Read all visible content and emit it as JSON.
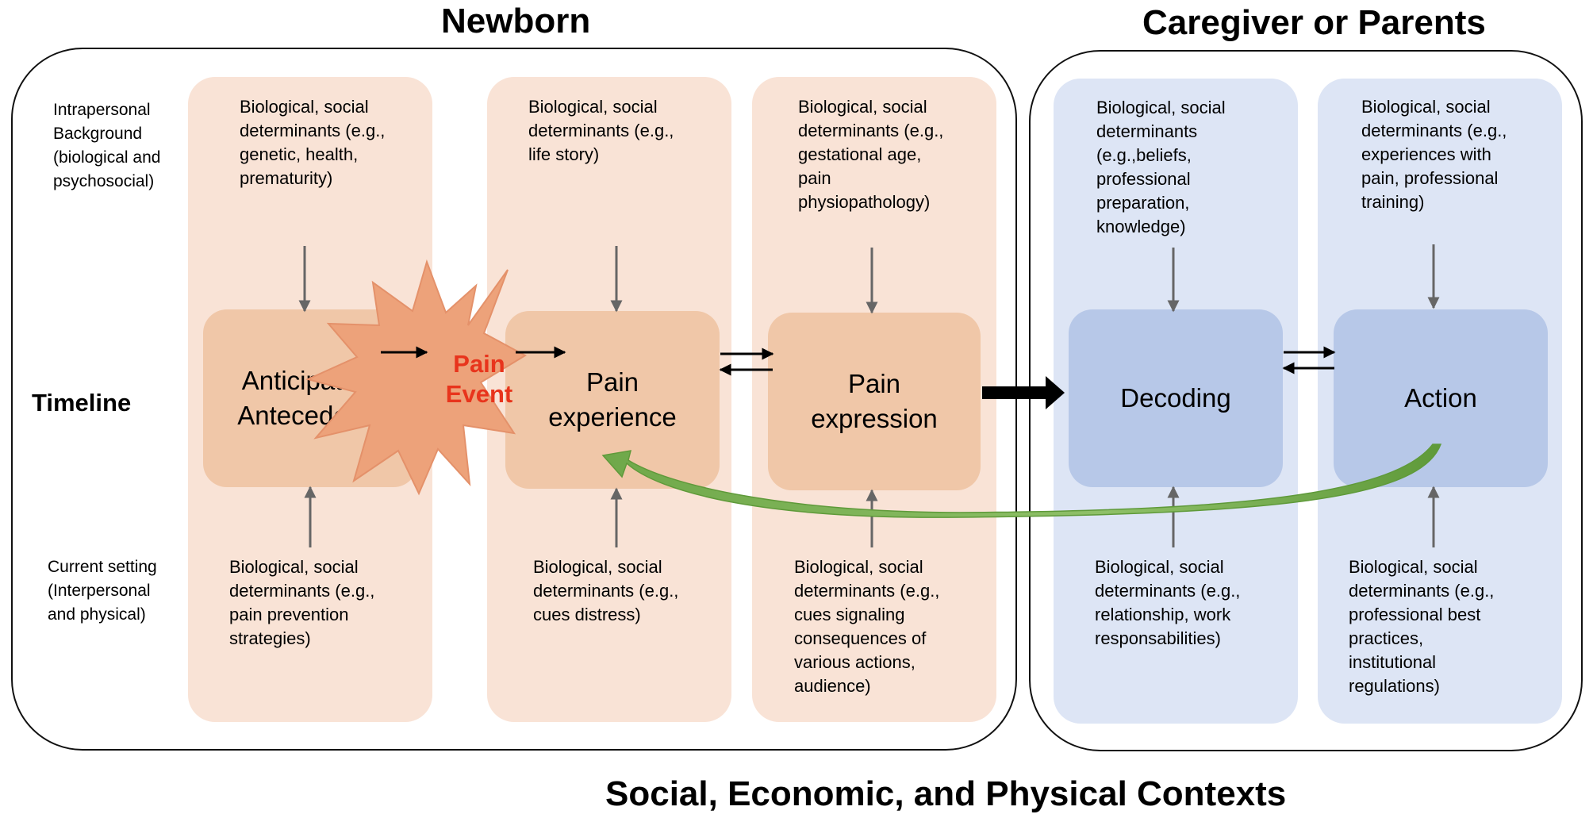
{
  "groups": {
    "newborn": "Newborn",
    "caregiver": "Caregiver or Parents"
  },
  "row_labels": {
    "intrapersonal": "Intrapersonal\nBackground\n(biological and\npsychosocial)",
    "timeline": "Timeline",
    "current": "Current setting\n(Interpersonal\nand physical)"
  },
  "nodes": {
    "anticipatory": "Anticipatory\nAntecedents",
    "pain_event": "Pain\nEvent",
    "pain_experience": "Pain\nexperience",
    "pain_expression": "Pain\nexpression",
    "decoding": "Decoding",
    "action": "Action"
  },
  "determinants_top": {
    "anticipatory": "Biological, social\ndeterminants (e.g.,\ngenetic, health,\nprematurity)",
    "pain_experience": "Biological, social\ndeterminants (e.g.,\nlife story)",
    "pain_expression": "Biological, social\ndeterminants (e.g.,\ngestational age,\npain\nphysiopathology)",
    "decoding": "Biological, social\ndeterminants\n(e.g.,beliefs,\nprofessional\npreparation,\nknowledge)",
    "action": "Biological, social\ndeterminants (e.g.,\nexperiences with\npain, professional\ntraining)"
  },
  "determinants_bottom": {
    "anticipatory": "Biological, social\ndeterminants (e.g.,\npain prevention\nstrategies)",
    "pain_experience": "Biological, social\ndeterminants (e.g.,\ncues distress)",
    "pain_expression": "Biological, social\ndeterminants (e.g.,\ncues signaling\nconsequences of\nvarious actions,\naudience)",
    "decoding": "Biological, social\ndeterminants (e.g.,\nrelationship, work\nresponsabilities)",
    "action": "Biological, social\ndeterminants (e.g.,\nprofessional best\npractices,\ninstitutional\nregulations)"
  },
  "footer": "Social, Economic, and Physical Contexts",
  "colors": {
    "column_orange": "#f9e3d6",
    "node_orange": "#f0c7a8",
    "column_blue": "#dde5f5",
    "node_blue": "#b7c8e8",
    "star": "#eda27a",
    "pain_event_text": "#e8341c",
    "feedback_arrow": "#6fa84a"
  }
}
